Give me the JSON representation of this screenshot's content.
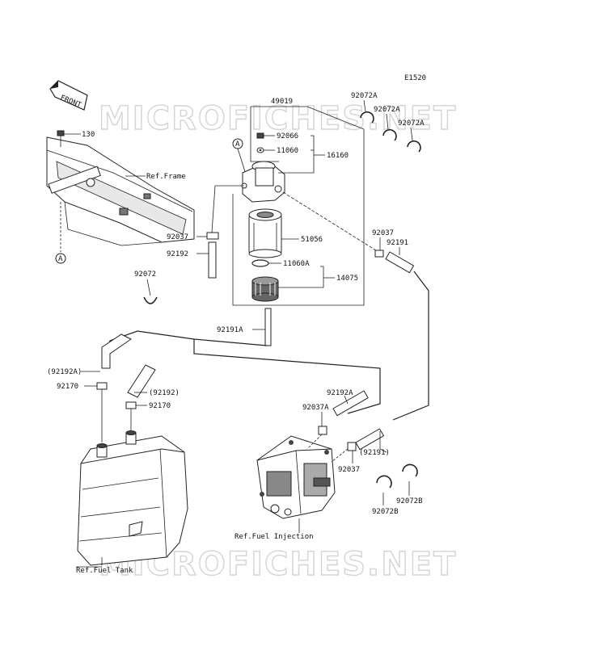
{
  "diagram_code": "E1520",
  "watermark": "MICROFICHES.NET",
  "front_label": "FRONT",
  "callout_a": "A",
  "part_numbers": {
    "p130": "130",
    "p49019": "49019",
    "p92066": "92066",
    "p11060": "11060",
    "p16160": "16160",
    "p92072A_1": "92072A",
    "p92072A_2": "92072A",
    "p92072A_3": "92072A",
    "p92037_left": "92037",
    "p92192": "92192",
    "p51056": "51056",
    "p11060A": "11060A",
    "p14075": "14075",
    "p92072": "92072",
    "p92037_right": "92037",
    "p92191_upper": "92191",
    "p92191A": "92191A",
    "p92192A_paren": "(92192A)",
    "p92170_left": "92170",
    "p92192_paren": "(92192)",
    "p92170_lower": "92170",
    "p92192A": "92192A",
    "p92037A": "92037A",
    "p92191_paren": "(92191)",
    "p92037_lower": "92037",
    "p92072B_1": "92072B",
    "p92072B_2": "92072B"
  },
  "references": {
    "frame": "Ref.Frame",
    "fuel_injection": "Ref.Fuel Injection",
    "fuel_tank": "Ref.Fuel Tank"
  }
}
